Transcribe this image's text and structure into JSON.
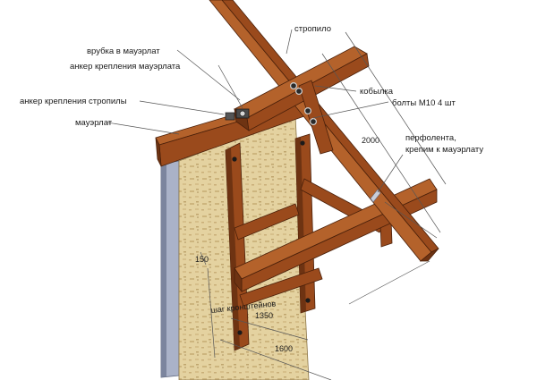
{
  "labels": {
    "rafter": "стропило",
    "notch": "врубка в мауэрлат",
    "mauerlat_anchor": "анкер крепления мауэрлата",
    "rafter_anchor": "анкер крепления стропилы",
    "mauerlat": "мауэрлат",
    "kobylka": "кобылка",
    "bolts": "болты М10 4 шт",
    "perforated_tape_1": "перфолента,",
    "perforated_tape_2": "крепим к мауэрлату"
  },
  "dimensions": {
    "d2000": "2000",
    "d150": "150",
    "bracket_spacing": "шаг кронштейнов",
    "d1350": "1350",
    "d1600": "1600"
  },
  "colors": {
    "wood_front": "#9a4a1c",
    "wood_top": "#b4622b",
    "wood_dark": "#6e3312",
    "osb": "#e4d2a0",
    "osb_side": "#c9b688",
    "steel": "#aab2c8",
    "steel_dark": "#7c859e"
  }
}
